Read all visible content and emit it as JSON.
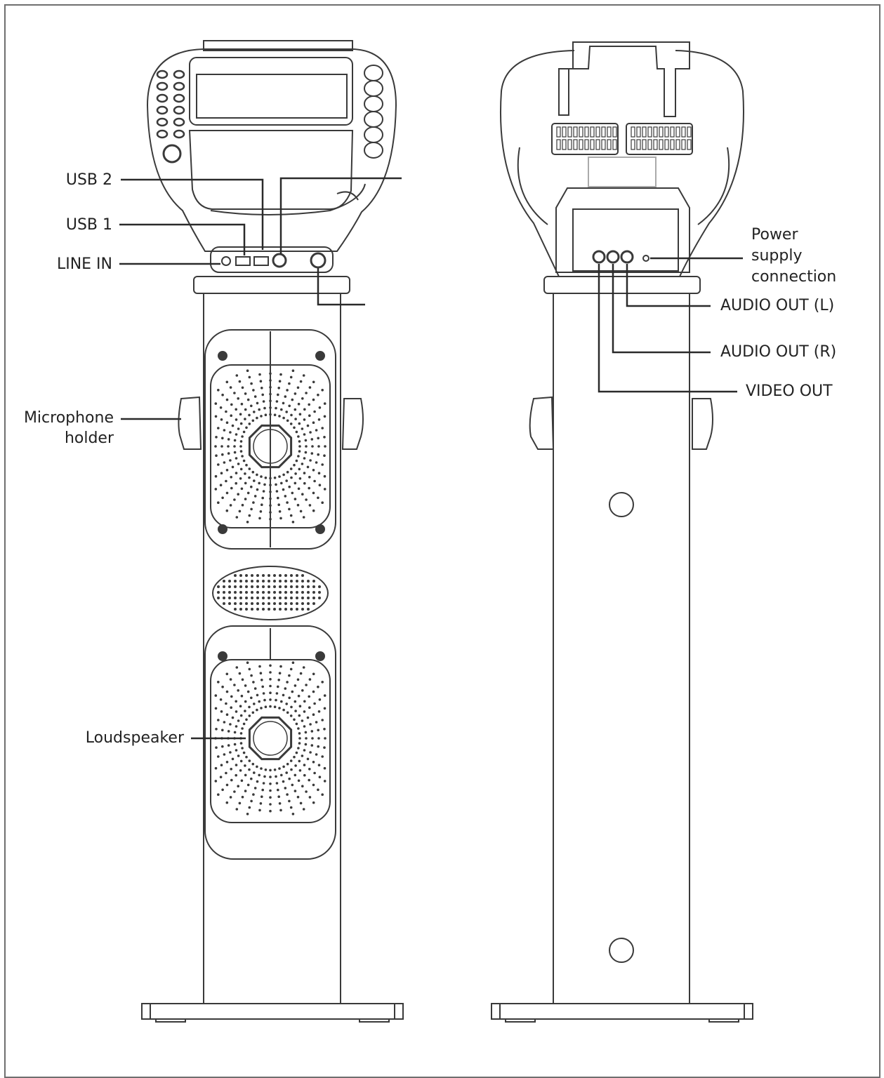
{
  "labels": {
    "usb2": "USB 2",
    "usb1": "USB 1",
    "line_in": "LINE IN",
    "mic_holder_1": "Microphone",
    "mic_holder_2": "holder",
    "loudspeaker": "Loudspeaker",
    "power_1": "Power",
    "power_2": "supply",
    "power_3": "connection",
    "audio_out_l": "AUDIO OUT (L)",
    "audio_out_r": "AUDIO OUT (R)",
    "video_out": "VIDEO OUT"
  },
  "colors": {
    "line": "#3a3a3a",
    "text": "#222222",
    "border": "#6f6f6f"
  }
}
